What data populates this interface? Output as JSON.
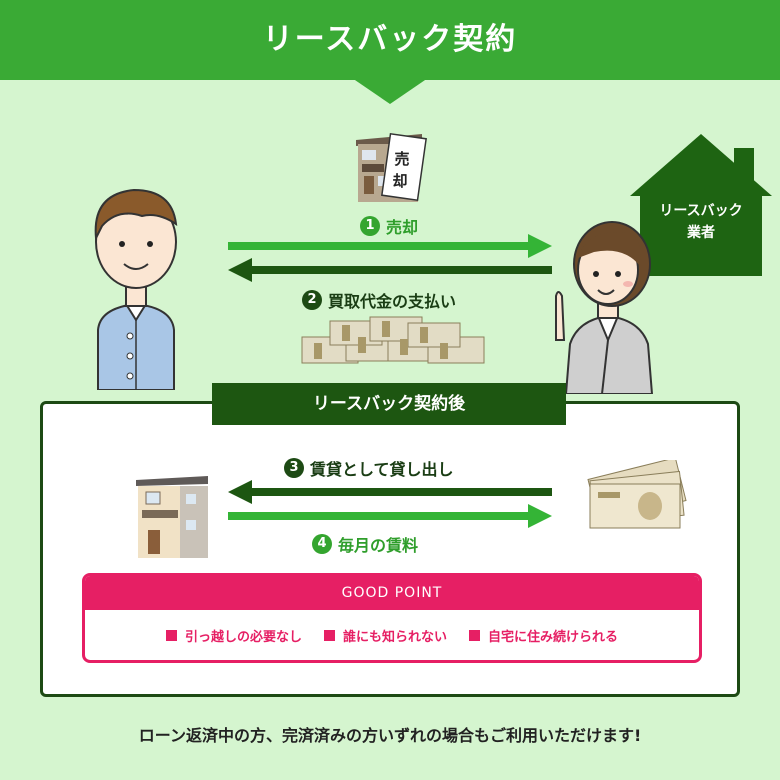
{
  "title": "リースバック契約",
  "house_sign": [
    "売",
    "却"
  ],
  "steps": [
    {
      "num": "1",
      "label": "売却"
    },
    {
      "num": "2",
      "label": "買取代金の支払い"
    },
    {
      "num": "3",
      "label": "賃貸として貸し出し"
    },
    {
      "num": "4",
      "label": "毎月の賃料"
    }
  ],
  "company_label": [
    "リースバック",
    "業者"
  ],
  "after_label": "リースバック契約後",
  "good_point": {
    "title": "GOOD POINT",
    "items": [
      "引っ越しの必要なし",
      "誰にも知られない",
      "自宅に住み続けられる"
    ]
  },
  "footer": "ローン返済中の方、完済済みの方いずれの場合もご利用いただけます!",
  "colors": {
    "green": "#3aaa35",
    "dark_green": "#1d4a14",
    "pink": "#e61f64",
    "background": "#d5f5cf"
  }
}
